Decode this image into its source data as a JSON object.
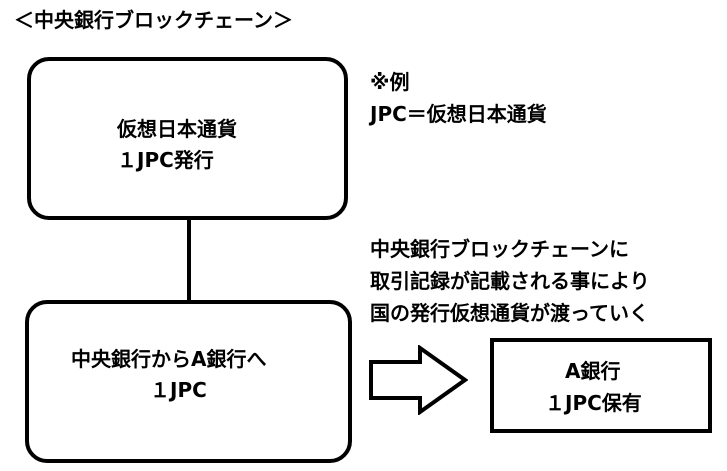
{
  "title": "＜中央銀行ブロックチェーン＞",
  "box_issue": {
    "line1": "仮想日本通貨",
    "line2": "１JPC発行"
  },
  "box_transfer": {
    "line1": "中央銀行からA銀行へ",
    "line2": "１JPC"
  },
  "box_hold": {
    "line1": "A銀行",
    "line2": "１JPC保有"
  },
  "note_example": {
    "line1": "※例",
    "line2": "JPC＝仮想日本通貨"
  },
  "note_explain": {
    "line1": "中央銀行ブロックチェーンに",
    "line2": "取引記録が記載される事により",
    "line3": "国の発行仮想通貨が渡っていく"
  },
  "colors": {
    "stroke": "#000000",
    "background": "#ffffff"
  },
  "icons": {
    "flow_arrow": "right-arrow-icon"
  }
}
